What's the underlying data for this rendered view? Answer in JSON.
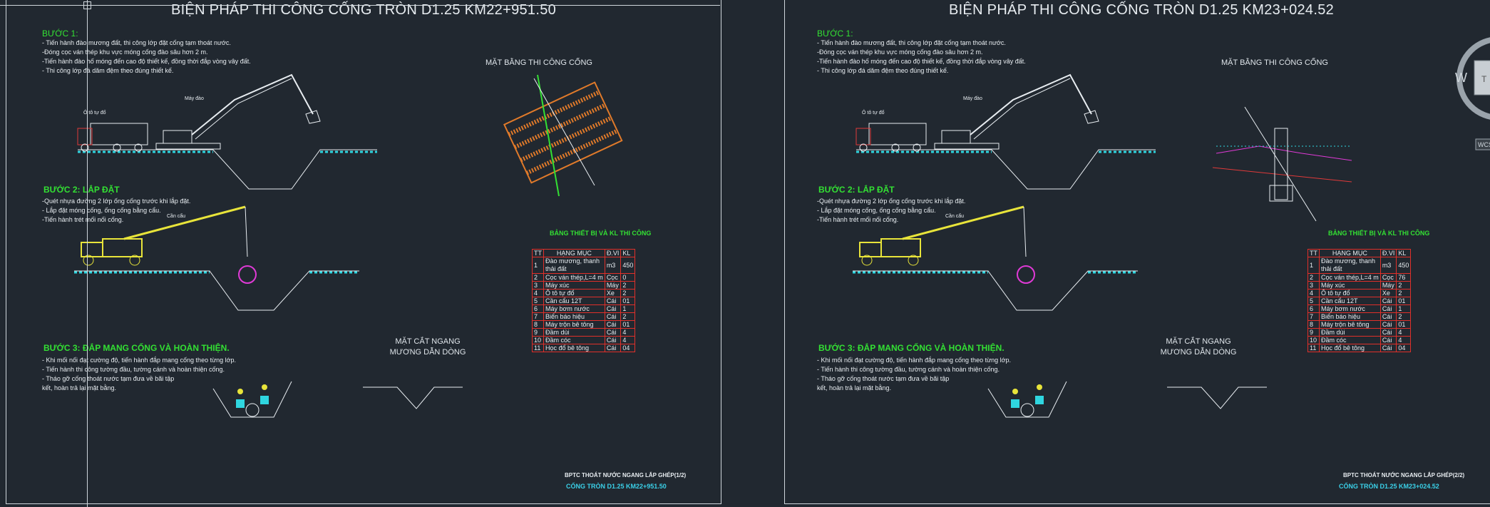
{
  "sheets": [
    {
      "title": "BIỆN PHÁP THI CÔNG CỐNG TRÒN D1.25 KM22+951.50",
      "step1": {
        "head": "BƯỚC 1:",
        "lines": [
          "- Tiến hành đào mương đất, thi công lớp đặt cống tạm thoát nước.",
          "-Đóng cọc ván thép khu vực móng cống đào sâu hơn 2 m.",
          "-Tiến hành đào hố móng đến cao độ thiết kế, đồng thời đắp vòng vây đất.",
          "- Thi công lớp đá dăm đệm theo đúng thiết kế."
        ]
      },
      "step2": {
        "head": "BƯỚC 2: LẮP ĐẶT",
        "lines": [
          "-Quét nhựa đường 2 lớp ống cống trước khi lắp đặt.",
          "- Lắp đặt móng cống, ống cống bằng cẩu.",
          "-Tiến hành trét mối nối cống."
        ]
      },
      "step3": {
        "head": "BƯỚC 3: ĐẮP MANG CỐNG VÀ HOÀN THIỆN.",
        "lines": [
          "- Khi mối nối đạt cường độ, tiến hành đắp mang cống theo từng lớp.",
          "- Tiến hành thi công tường đầu, tường cánh và hoàn thiện cống.",
          "- Tháo gỡ cống thoát nước tạm đưa về bãi tập",
          "kết, hoàn trả lại mặt bằng."
        ]
      },
      "plan_title": "MẶT BẰNG THI CÔNG CỐNG",
      "section_title": [
        "MẶT CẮT NGANG",
        "MƯƠNG DẪN DÒNG"
      ],
      "table_title": "BẢNG THIẾT BỊ VÀ KL THI CÔNG",
      "table_header": [
        "TT",
        "HẠNG MỤC",
        "Đ.VI",
        "KL"
      ],
      "table_rows": [
        [
          "1",
          "Đào mương, thanh thải đất",
          "m3",
          "450"
        ],
        [
          "2",
          "Cọc ván thép,L=4 m",
          "Cọc",
          "0"
        ],
        [
          "3",
          "Máy xúc",
          "Máy",
          "2"
        ],
        [
          "4",
          "Ô tô tự đổ",
          "Xe",
          "2"
        ],
        [
          "5",
          "Cần cẩu 12T",
          "Cái",
          "01"
        ],
        [
          "6",
          "Máy bơm nước",
          "Cái",
          "1"
        ],
        [
          "7",
          "Biển báo hiệu",
          "Cái",
          "2"
        ],
        [
          "8",
          "Máy trộn bê tông",
          "Cái",
          "01"
        ],
        [
          "9",
          "Đầm dùi",
          "Cái",
          "4"
        ],
        [
          "10",
          "Đầm cóc",
          "Cái",
          "4"
        ],
        [
          "11",
          "Học đổ bê tông",
          "Cái",
          "04"
        ]
      ],
      "footer_1": "BPTC THOÁT NƯỚC NGANG LẮP GHÉP(1/2)",
      "footer_2": "CỐNG TRÒN D1.25 KM22+951.50",
      "labels": {
        "truck": "Ô tô tự đổ",
        "excavator": "Máy đào",
        "crane": "Cần cẩu"
      }
    },
    {
      "title": "BIỆN PHÁP THI CÔNG CỐNG TRÒN D1.25 KM23+024.52",
      "step1": {
        "head": "BƯỚC 1:",
        "lines": [
          "- Tiến hành đào mương đất, thi công lớp đặt cống tạm thoát nước.",
          "-Đóng cọc ván thép khu vực móng cống đào sâu hơn 2 m.",
          "-Tiến hành đào hố móng đến cao độ thiết kế, đồng thời đắp vòng vây đất.",
          "- Thi công lớp đá dăm đệm theo đúng thiết kế."
        ]
      },
      "step2": {
        "head": "BƯỚC 2: LẮP ĐẶT",
        "lines": [
          "-Quét nhựa đường 2 lớp ống cống trước khi lắp đặt.",
          "- Lắp đặt móng cống, ống cống bằng cẩu.",
          "-Tiến hành trét mối nối cống."
        ]
      },
      "step3": {
        "head": "BƯỚC 3: ĐẮP MANG CỐNG VÀ HOÀN THIỆN.",
        "lines": [
          "- Khi mối nối đạt cường độ, tiến hành đắp mang cống theo từng lớp.",
          "- Tiến hành thi công tường đầu, tường cánh và hoàn thiện cống.",
          "- Tháo gỡ cống thoát nước tạm đưa về bãi tập",
          "kết, hoàn trả lại mặt bằng."
        ]
      },
      "plan_title": "MẶT BẰNG THI CÔNG CỐNG",
      "section_title": [
        "MẶT CẮT NGANG",
        "MƯƠNG DẪN DÒNG"
      ],
      "table_title": "BẢNG THIẾT BỊ VÀ KL THI CÔNG",
      "table_header": [
        "TT",
        "HẠNG MỤC",
        "Đ.VI",
        "KL"
      ],
      "table_rows": [
        [
          "1",
          "Đào mương, thanh thải đất",
          "m3",
          "450"
        ],
        [
          "2",
          "Cọc ván thép,L=4 m",
          "Cọc",
          "76"
        ],
        [
          "3",
          "Máy xúc",
          "Máy",
          "2"
        ],
        [
          "4",
          "Ô tô tự đổ",
          "Xe",
          "2"
        ],
        [
          "5",
          "Cần cẩu 12T",
          "Cái",
          "01"
        ],
        [
          "6",
          "Máy bơm nước",
          "Cái",
          "1"
        ],
        [
          "7",
          "Biển báo hiệu",
          "Cái",
          "2"
        ],
        [
          "8",
          "Máy trộn bê tông",
          "Cái",
          "01"
        ],
        [
          "9",
          "Đầm dùi",
          "Cái",
          "4"
        ],
        [
          "10",
          "Đầm cóc",
          "Cái",
          "4"
        ],
        [
          "11",
          "Học đổ bê tông",
          "Cái",
          "04"
        ]
      ],
      "footer_1": "BPTC THOÁT NƯỚC NGANG LẮP GHÉP(2/2)",
      "footer_2": "CỐNG TRÒN D1.25 KM23+024.52",
      "labels": {
        "truck": "Ô tô tự đổ",
        "excavator": "Máy đào",
        "crane": "Cần cẩu"
      }
    }
  ],
  "viewcube": {
    "west": "W",
    "top": "T",
    "wcs": "WCS"
  },
  "colors": {
    "background": "#212830",
    "text": "#e8edf1",
    "step_green": "#33e033",
    "table_red": "#e0302a",
    "footer_cyan": "#3ad0e8",
    "drawing_cyan": "#2fd6e0",
    "machine_yellow": "#e8e43a",
    "pipe_magenta": "#e03ad6"
  }
}
